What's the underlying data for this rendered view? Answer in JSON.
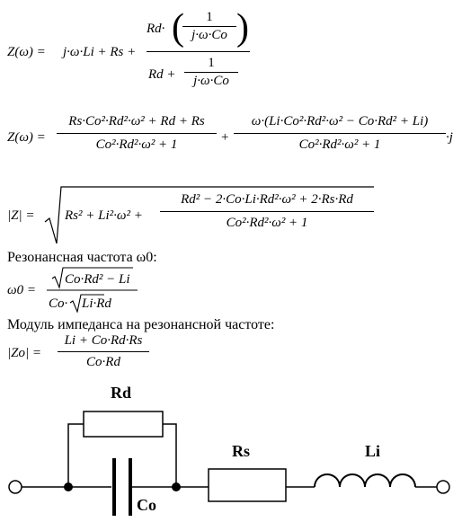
{
  "formula1": {
    "lhs": "Z(ω) =",
    "term_a": "j·ω·Li + Rs +",
    "num_rd": "Rd·",
    "inner_num": "1",
    "inner_den": "j·ω·Co",
    "den": "Rd +",
    "den_frac_num": "1",
    "den_frac_den": "j·ω·Co"
  },
  "formula2": {
    "lhs": "Z(ω) =",
    "num1": "Rs·Co²·Rd²·ω² + Rd + Rs",
    "den1": "Co²·Rd²·ω² + 1",
    "plus": "+",
    "num2": "ω·(Li·Co²·Rd²·ω² − Co·Rd² + Li)",
    "den2": "Co²·Rd²·ω² + 1",
    "suffix": "·j"
  },
  "formula3": {
    "lhs": "|Z| =",
    "term": "Rs² + Li²·ω² +",
    "num": "Rd² − 2·Co·Li·Rd²·ω² + 2·Rs·Rd",
    "den": "Co²·Rd²·ω² + 1"
  },
  "resonance_heading": "Резонансная частота ω0:",
  "formula4": {
    "lhs": "ω0 =",
    "num": "Co·Rd² − Li",
    "den_prefix": "Co·",
    "den_sqrt": "Li·Rd"
  },
  "modulus_heading": "Модуль импеданса на резонансной частоте:",
  "formula5": {
    "lhs": "|Zo| =",
    "num": "Li + Co·Rd·Rs",
    "den": "Co·Rd"
  },
  "circuit": {
    "label_rd": "Rd",
    "label_rs": "Rs",
    "label_li": "Li",
    "label_co": "Co"
  }
}
